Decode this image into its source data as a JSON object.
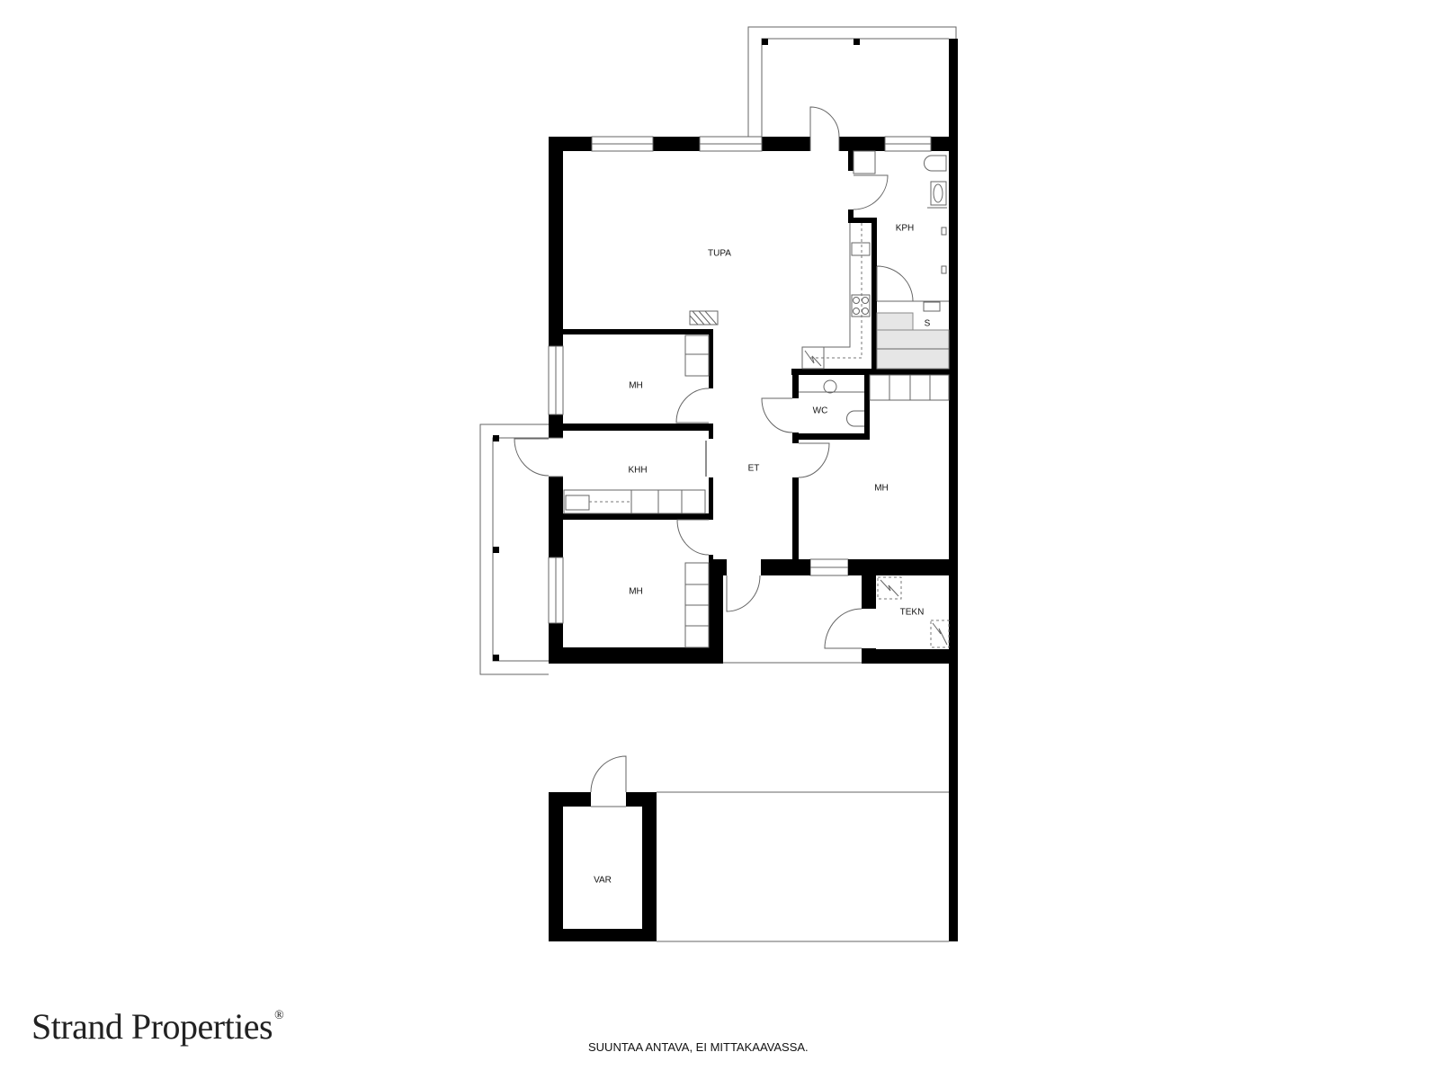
{
  "floor_plan": {
    "rooms": {
      "living": "TUPA",
      "bathroom": "KPH",
      "sauna": "S",
      "bedroom_1": "MH",
      "utility": "KHH",
      "bedroom_2": "MH",
      "hall": "ET",
      "wc": "WC",
      "bedroom_3": "MH",
      "technical": "TEKN",
      "storage": "VAR"
    }
  },
  "footer": {
    "brand_name": "Strand Properties",
    "registered_mark": "®",
    "disclaimer": "SUUNTAA ANTAVA, EI MITTAKAAVASSA."
  },
  "colors": {
    "wall": "#000000",
    "line": "#666666",
    "background": "#ffffff"
  }
}
